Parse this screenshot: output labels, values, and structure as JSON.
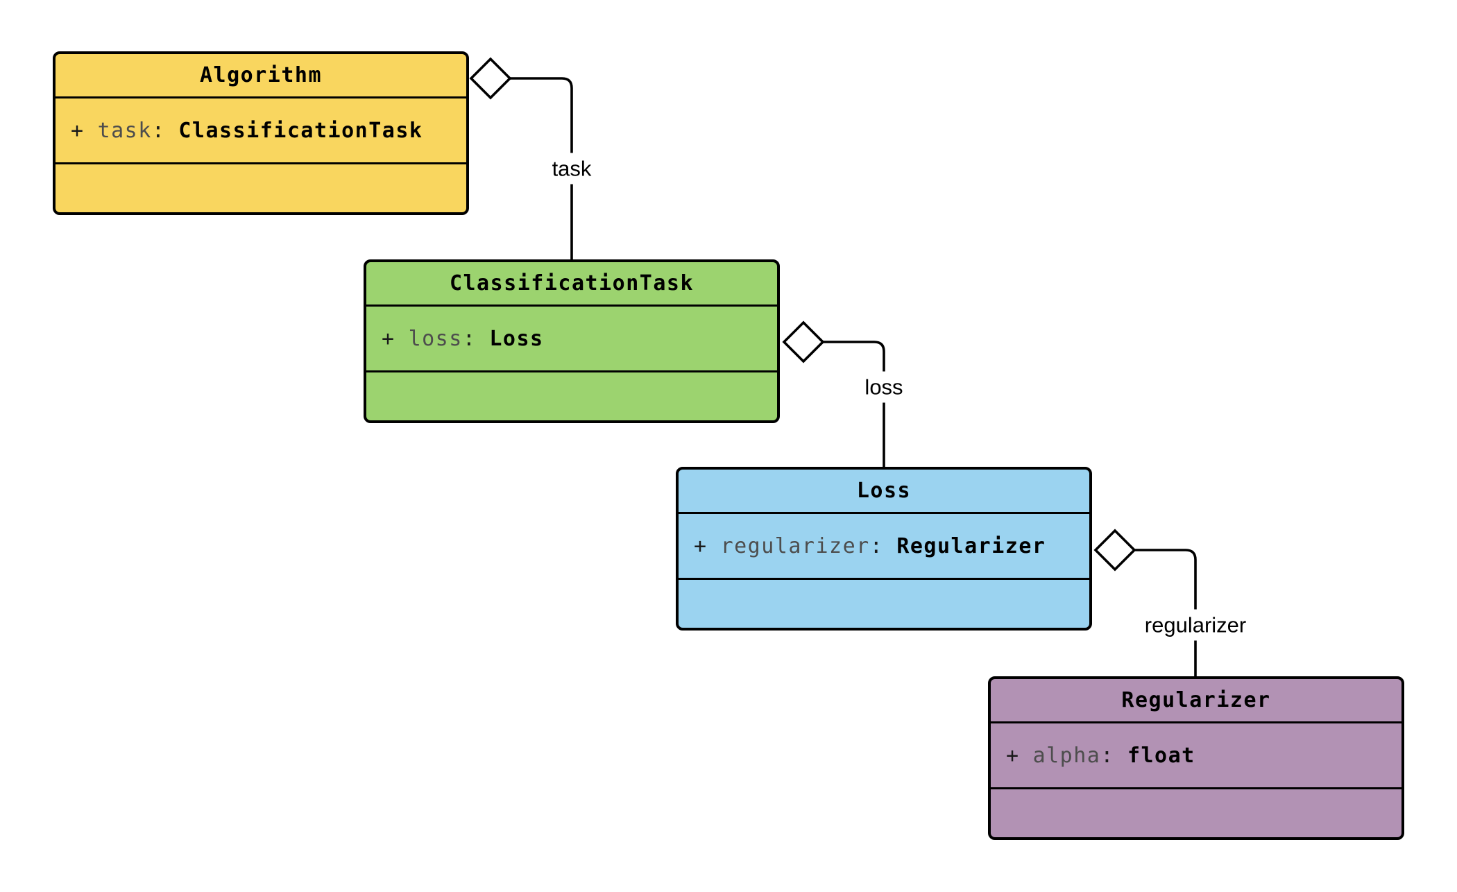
{
  "diagram": {
    "type": "uml-class-diagram",
    "background_color": "#ffffff",
    "border_color": "#000000",
    "classes": [
      {
        "name": "Algorithm",
        "fill": "#F9D65F",
        "attributes": [
          {
            "visibility": "+",
            "name": "task",
            "separator": ":",
            "type": "ClassificationTask"
          }
        ],
        "methods": []
      },
      {
        "name": "ClassificationTask",
        "fill": "#9CD36F",
        "attributes": [
          {
            "visibility": "+",
            "name": "loss",
            "separator": ":",
            "type": "Loss"
          }
        ],
        "methods": []
      },
      {
        "name": "Loss",
        "fill": "#9BD3F0",
        "attributes": [
          {
            "visibility": "+",
            "name": "regularizer",
            "separator": ":",
            "type": "Regularizer"
          }
        ],
        "methods": []
      },
      {
        "name": "Regularizer",
        "fill": "#B292B4",
        "attributes": [
          {
            "visibility": "+",
            "name": "alpha",
            "separator": ":",
            "type": "float"
          }
        ],
        "methods": []
      }
    ],
    "relationships": [
      {
        "from": "Algorithm",
        "to": "ClassificationTask",
        "kind": "aggregation",
        "label": "task"
      },
      {
        "from": "ClassificationTask",
        "to": "Loss",
        "kind": "aggregation",
        "label": "loss"
      },
      {
        "from": "Loss",
        "to": "Regularizer",
        "kind": "aggregation",
        "label": "regularizer"
      }
    ]
  }
}
